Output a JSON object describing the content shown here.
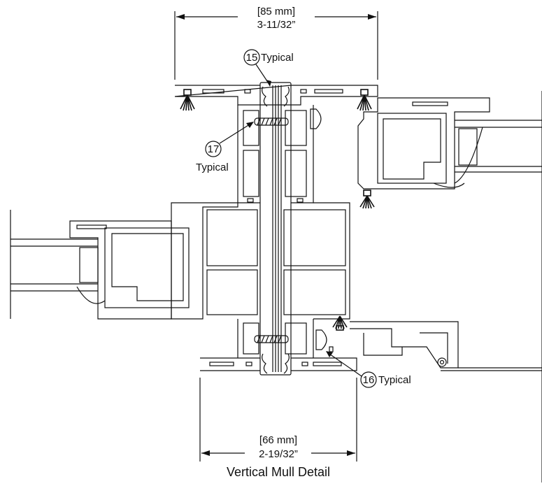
{
  "title": "Vertical Mull Detail",
  "dimensions": {
    "top": {
      "metric": "[85 mm]",
      "imperial": "3-11/32”"
    },
    "bottom": {
      "metric": "[66 mm]",
      "imperial": "2-19/32”"
    }
  },
  "callouts": [
    {
      "number": "15",
      "text": "Typical"
    },
    {
      "number": "16",
      "text": "Typical"
    },
    {
      "number": "17",
      "text": "Typical"
    }
  ]
}
